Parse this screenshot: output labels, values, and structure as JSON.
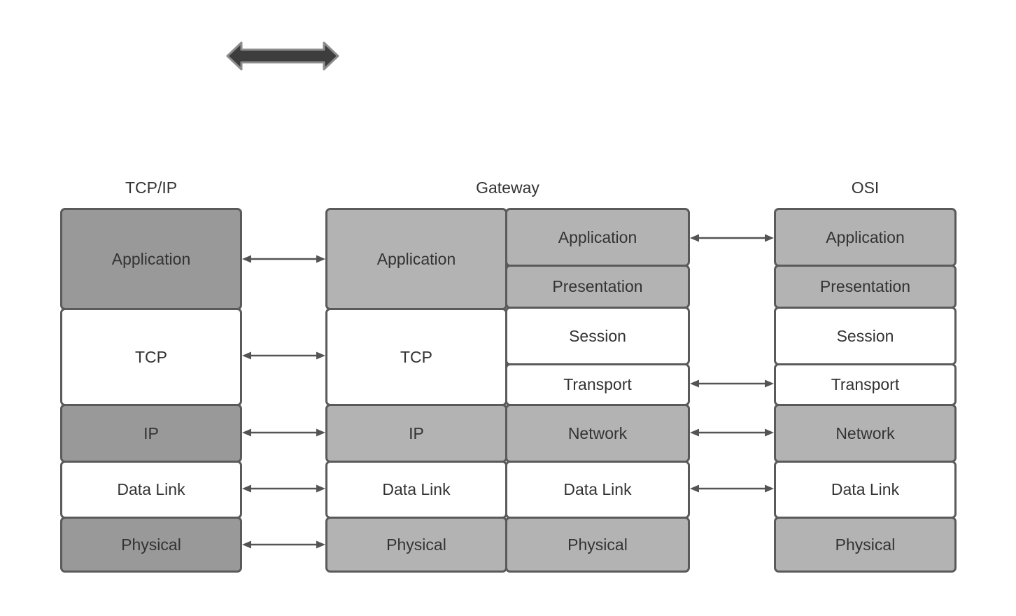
{
  "headers": {
    "tcpip": "TCP/IP",
    "gateway": "Gateway",
    "osi": "OSI"
  },
  "stacks": {
    "tcpip": [
      {
        "label": "Application",
        "fill": "dark"
      },
      {
        "label": "TCP",
        "fill": "white"
      },
      {
        "label": "IP",
        "fill": "dark"
      },
      {
        "label": "Data Link",
        "fill": "white"
      },
      {
        "label": "Physical",
        "fill": "dark"
      }
    ],
    "gateway_left": [
      {
        "label": "Application",
        "fill": "light"
      },
      {
        "label": "TCP",
        "fill": "white"
      },
      {
        "label": "IP",
        "fill": "light"
      },
      {
        "label": "Data Link",
        "fill": "white"
      },
      {
        "label": "Physical",
        "fill": "light"
      }
    ],
    "gateway_right": [
      {
        "label": "Application",
        "fill": "light"
      },
      {
        "label": "Presentation",
        "fill": "light"
      },
      {
        "label": "Session",
        "fill": "white"
      },
      {
        "label": "Transport",
        "fill": "white"
      },
      {
        "label": "Network",
        "fill": "light"
      },
      {
        "label": "Data Link",
        "fill": "white"
      },
      {
        "label": "Physical",
        "fill": "light"
      }
    ],
    "osi": [
      {
        "label": "Application",
        "fill": "light"
      },
      {
        "label": "Presentation",
        "fill": "light"
      },
      {
        "label": "Session",
        "fill": "white"
      },
      {
        "label": "Transport",
        "fill": "white"
      },
      {
        "label": "Network",
        "fill": "light"
      },
      {
        "label": "Data Link",
        "fill": "white"
      },
      {
        "label": "Physical",
        "fill": "light"
      }
    ]
  },
  "connectors": {
    "left_side_rows": [
      "Application",
      "TCP",
      "IP",
      "Data Link",
      "Physical"
    ],
    "right_side_rows": [
      "Application",
      "Transport",
      "Network",
      "Data Link"
    ]
  },
  "colors": {
    "background": "#ffffff",
    "box_dark_gray": "#999999",
    "box_light_gray": "#b3b3b3",
    "box_white": "#ffffff",
    "box_border": "#5a5a5a",
    "label_text": "#333333",
    "connector": "#545454",
    "thick_arrow_fill": "#3d3d3d",
    "thick_arrow_stroke": "#8c8c8c"
  }
}
